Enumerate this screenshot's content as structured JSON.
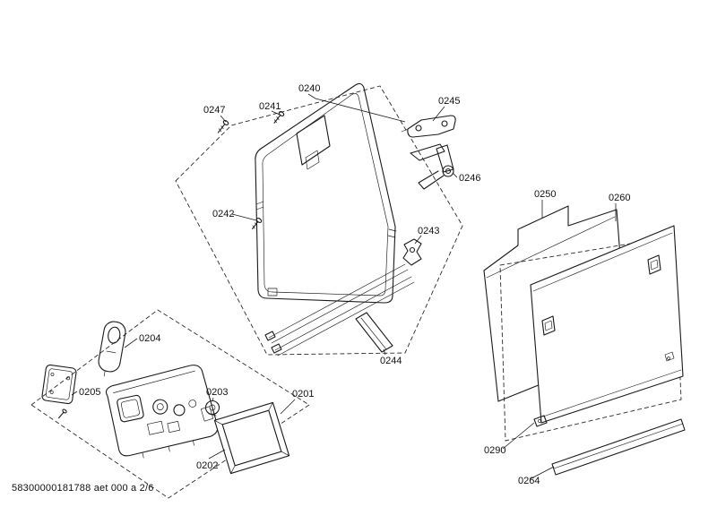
{
  "diagram": {
    "footer": "58300000181788 aet 000 a 2/6",
    "colors": {
      "line": "#1a1a1a",
      "background": "#ffffff"
    },
    "labels": {
      "p0201": "0201",
      "p0202": "0202",
      "p0203": "0203",
      "p0204": "0204",
      "p0205": "0205",
      "p0240": "0240",
      "p0241": "0241",
      "p0242": "0242",
      "p0243": "0243",
      "p0244": "0244",
      "p0245": "0245",
      "p0246": "0246",
      "p0247": "0247",
      "p0250": "0250",
      "p0260": "0260",
      "p0264": "0264",
      "p0290": "0290"
    }
  }
}
